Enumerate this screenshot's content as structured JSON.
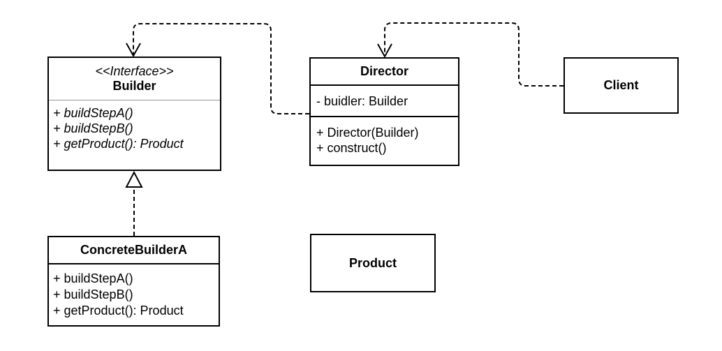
{
  "colors": {
    "line": "#000000",
    "background": "#ffffff",
    "builder_title_separator": "#979797"
  },
  "classes": {
    "builder": {
      "stereotype": "<<Interface>>",
      "name": "Builder",
      "methods": [
        "+ buildStepA()",
        "+ buildStepB()",
        "+ getProduct(): Product"
      ]
    },
    "director": {
      "name": "Director",
      "attributes": [
        "- buidler: Builder"
      ],
      "methods": [
        "+ Director(Builder)",
        "+ construct()"
      ]
    },
    "client": {
      "name": "Client"
    },
    "concreteBuilderA": {
      "name": "ConcreteBuilderA",
      "methods": [
        "+ buildStepA()",
        "+ buildStepB()",
        "+ getProduct(): Product"
      ]
    },
    "product": {
      "name": "Product"
    }
  },
  "relationships": [
    {
      "from": "Director",
      "to": "Builder",
      "type": "dependency",
      "line": "dashed",
      "arrowhead": "open-v"
    },
    {
      "from": "Client",
      "to": "Director",
      "type": "dependency",
      "line": "dashed",
      "arrowhead": "open-v"
    },
    {
      "from": "ConcreteBuilderA",
      "to": "Builder",
      "type": "realization",
      "line": "dashed",
      "arrowhead": "hollow-triangle"
    }
  ]
}
